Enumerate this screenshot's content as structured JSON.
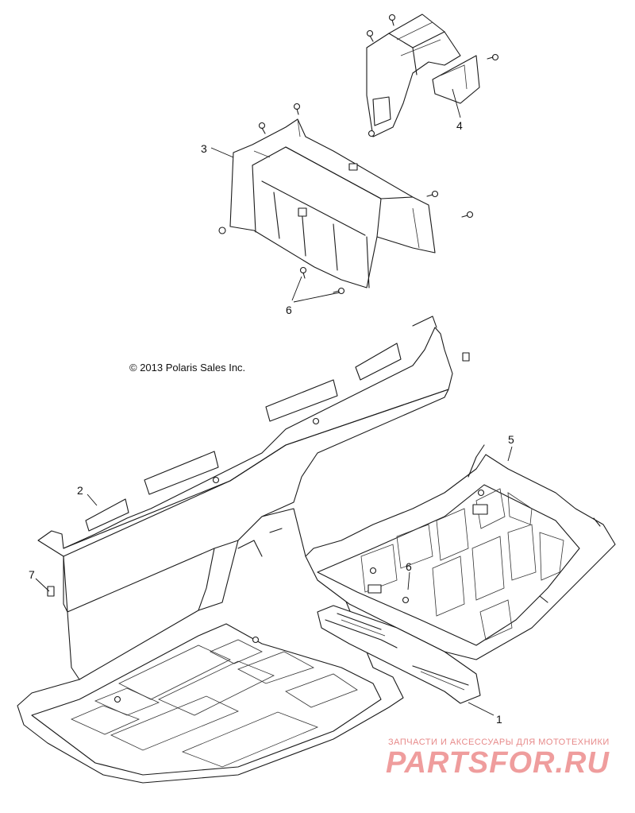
{
  "copyright": "© 2013 Polaris Sales Inc.",
  "callouts": [
    "1",
    "2",
    "3",
    "4",
    "5",
    "6",
    "6",
    "7"
  ],
  "watermark": {
    "subtitle": "ЗАПЧАСТИ И АКСЕССУАРЫ ДЛЯ МОТОТЕХНИКИ",
    "logo": "PARTSFOR.RU",
    "color": "#ef9d9d"
  }
}
